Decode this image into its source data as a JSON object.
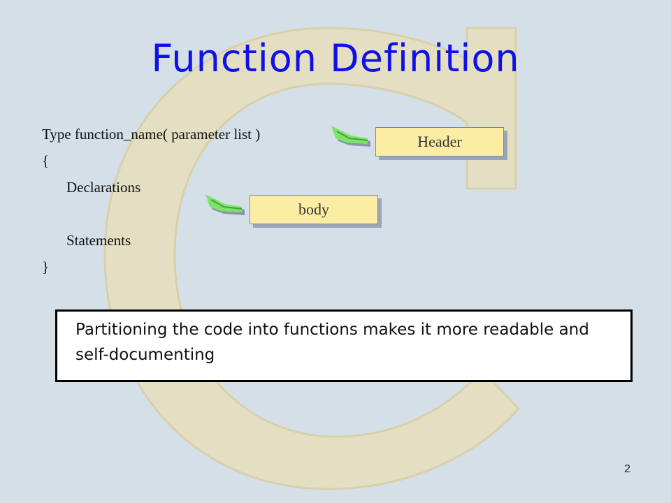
{
  "slide": {
    "title": "Function Definition",
    "code": {
      "line1": "Type function_name( parameter list )",
      "line2": "{",
      "line3": "Declarations",
      "line4": "Statements",
      "line5": "}"
    },
    "labels": {
      "header": "Header",
      "body": "body"
    },
    "note": "Partitioning the code into functions makes it more readable and self-documenting",
    "page_number": "2"
  },
  "colors": {
    "background": "#d4dfe8",
    "title": "#1010e8",
    "label_fill": "#fbeea4",
    "arrow": "#7fe36a",
    "logo": "#e6dfc0"
  }
}
